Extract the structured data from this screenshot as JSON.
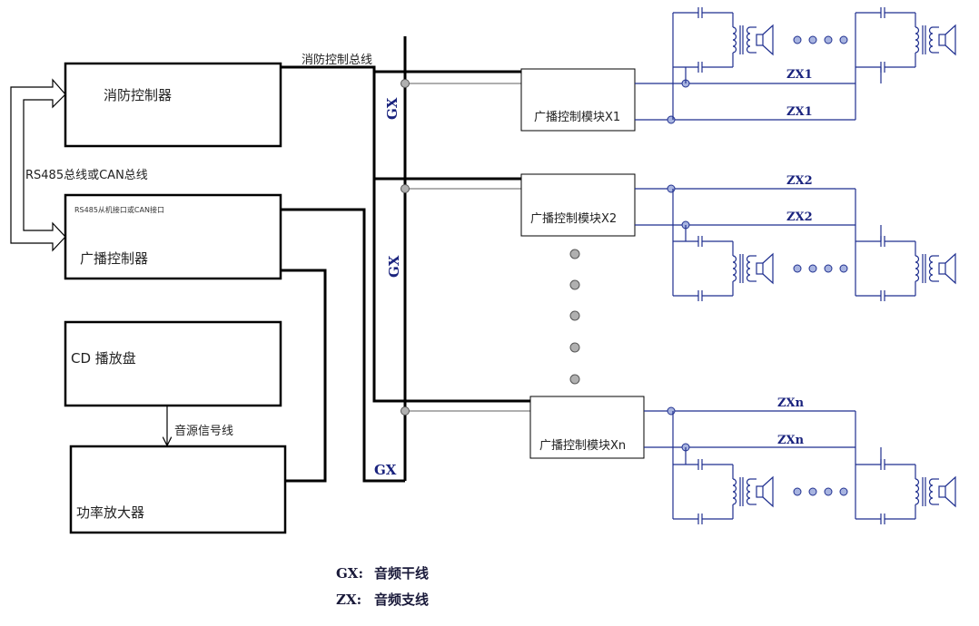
{
  "blocks": {
    "fire_controller": "消防控制器",
    "broadcast_controller": "广播控制器",
    "broadcast_interface": "RS485从机接口或CAN接口",
    "cd_player": "CD 播放盘",
    "power_amplifier": "功率放大器"
  },
  "labels": {
    "rs485_bus": "RS485总线或CAN总线",
    "fire_bus": "消防控制总线",
    "audio_signal_line": "音源信号线",
    "gx": "GX"
  },
  "modules": [
    {
      "label": "广播控制模块X1",
      "branches": [
        "ZX1",
        "ZX1"
      ]
    },
    {
      "label": "广播控制模块X2",
      "branches": [
        "ZX2",
        "ZX2"
      ]
    },
    {
      "label": "广播控制模块Xn",
      "branches": [
        "ZXn",
        "ZXn"
      ]
    }
  ],
  "legend": [
    {
      "key": "GX:",
      "text": "音频干线"
    },
    {
      "key": "ZX:",
      "text": "音频支线"
    }
  ],
  "colors": {
    "line": "#000000",
    "branch": "#1f2f8f",
    "label": "#1a237e"
  }
}
